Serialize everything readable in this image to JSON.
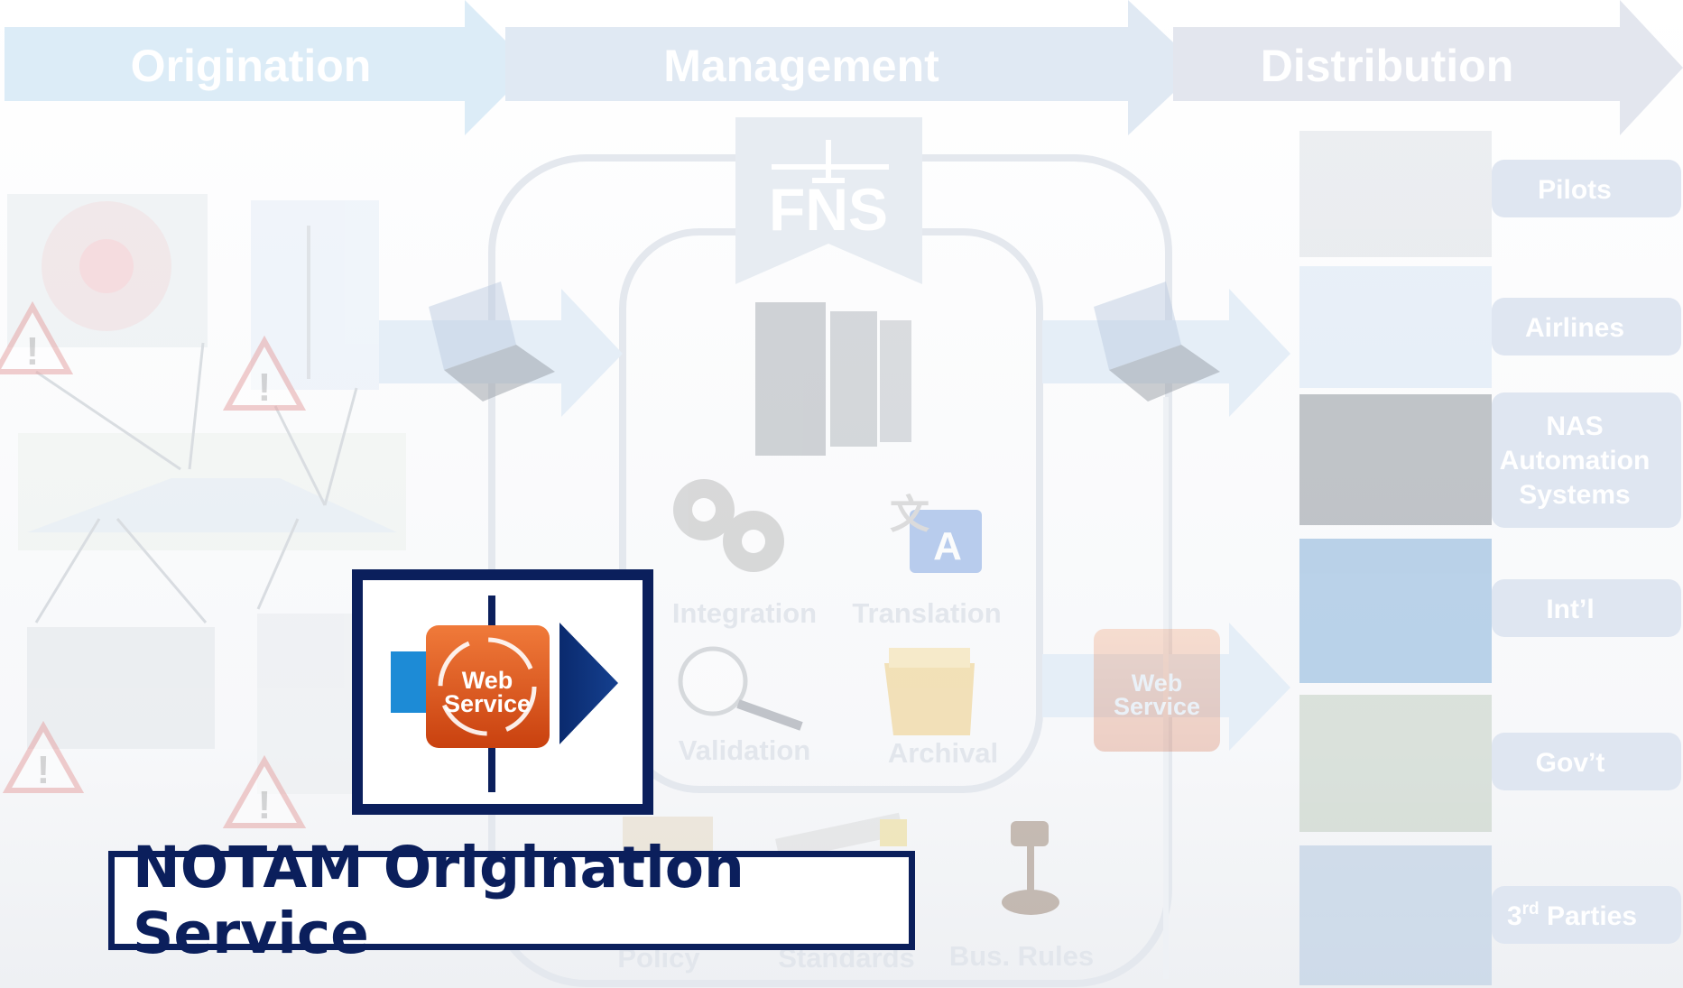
{
  "stages": [
    "Origination",
    "Management",
    "Distribution"
  ],
  "center": {
    "logo": "FNS",
    "functions": [
      "Integration",
      "Translation",
      "Validation",
      "Archival"
    ],
    "governance": [
      "Policy",
      "Standards",
      "Bus. Rules"
    ]
  },
  "web_service_label": [
    "Web",
    "Service"
  ],
  "distribution": [
    "Pilots",
    "Airlines",
    "NAS Automation Systems",
    "Int'l",
    "Gov't",
    "3rd Parties"
  ],
  "distribution_lines": {
    "pilots": "Pilots",
    "airlines": "Airlines",
    "nas_1": "NAS",
    "nas_2": "Automation",
    "nas_3": "Systems",
    "intl": "Int’l",
    "govt": "Gov’t",
    "third_prefix": "3",
    "third_sup": "rd",
    "third_rest": " Parties"
  },
  "highlight_caption": "NOTAM Origination Service",
  "colors": {
    "navy": "#0b1f5c",
    "orange": "#e2571d",
    "faded_blue": "#dde8f3",
    "faded_text": "#ffffff"
  }
}
